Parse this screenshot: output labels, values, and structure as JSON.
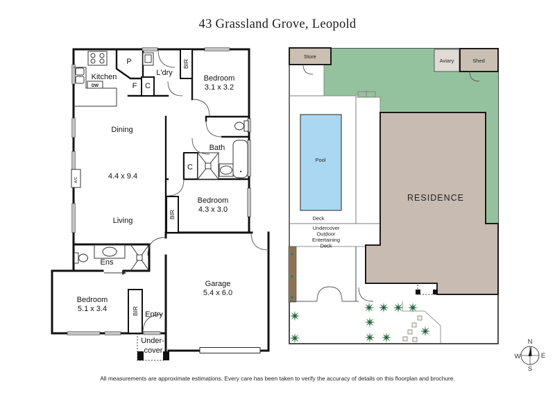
{
  "title": "43 Grassland Grove, Leopold",
  "disclaimer": "All measurements are approximate estimations. Every care has been taken to verify the accuracy of details on this floorplan and brochure.",
  "floorplan": {
    "rooms": {
      "kitchen": {
        "label": "Kitchen"
      },
      "laundry": {
        "label": "L'dry"
      },
      "bedroom1": {
        "label": "Bedroom",
        "dims": "3.1 x 3.2"
      },
      "dining": {
        "label": "Dining"
      },
      "living_zone": {
        "dims": "4.4 x 9.4"
      },
      "living": {
        "label": "Living"
      },
      "bath": {
        "label": "Bath"
      },
      "bedroom2": {
        "label": "Bedroom",
        "dims": "4.3 x 3.0"
      },
      "ensuite": {
        "label": "Ens"
      },
      "bedroom3": {
        "label": "Bedroom",
        "dims": "5.1 x 3.4"
      },
      "entry": {
        "label": "Entry"
      },
      "garage": {
        "label": "Garage",
        "dims": "5.4 x 6.0"
      },
      "undercover": {
        "line1": "Under-",
        "line2": "cover"
      }
    },
    "fixtures": {
      "pantry": "P",
      "fridge": "F",
      "cupboard1": "C",
      "cupboard2": "C",
      "bir1": "BIR",
      "bir2": "BIR",
      "bir3": "BIR",
      "dishwasher": "DW",
      "aircon": "A/C"
    }
  },
  "siteplan": {
    "store": "Store",
    "aviary": "Aviary",
    "shed": "Shed",
    "pool": "Pool",
    "deck": "Deck",
    "residence": "RESIDENCE",
    "entertaining": {
      "line1": "Undercover",
      "line2": "Outdoor",
      "line3": "Entertaining",
      "line4": "Deck"
    }
  },
  "compass": {
    "north": "N",
    "east": "E",
    "south": "S",
    "west": "W"
  },
  "colors": {
    "grass": "#95c29e",
    "pool": "#aad7f2",
    "residence": "#c8bbb1",
    "deck": "#e2ded7",
    "outbuilding": "#cabfb2",
    "aviary": "#e0dcd5",
    "garden_bed": "#8d7354",
    "tree": "#4e8562",
    "yard": "#e7e3dc"
  }
}
